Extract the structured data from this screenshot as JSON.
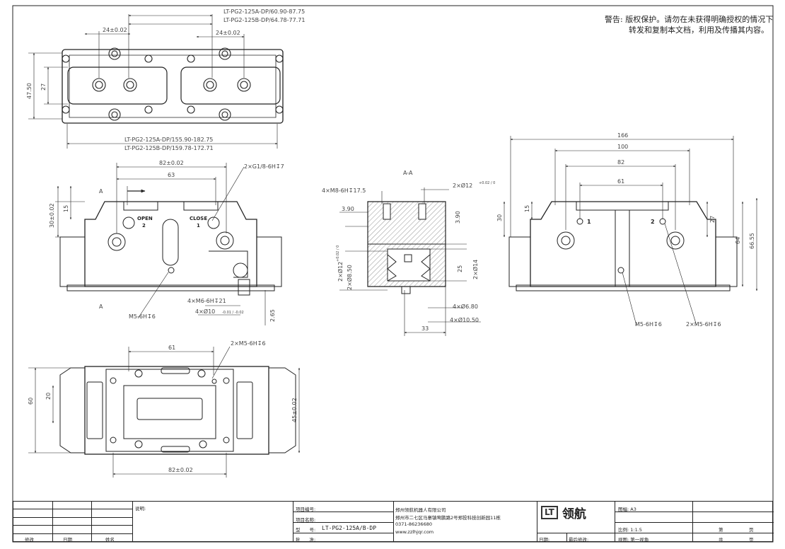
{
  "notice": {
    "line1": "警告:  版权保护。请勿在未获得明确授权的情况下",
    "line2": "转发和复制本文档，利用及传播其内容。"
  },
  "top_view": {
    "dim_a": "LT-PG2-125A-DP/60.90-87.75",
    "dim_b": "LT-PG2-125B-DP/64.78-77.71",
    "jaw1": "24±0.02",
    "jaw2": "24±0.02",
    "h_total": "47.50",
    "h_inner": "27",
    "bottom_a": "LT-PG2-125A-DP/155.90-182.75",
    "bottom_b": "LT-PG2-125B-DP/159.78-172.71"
  },
  "front_view": {
    "d82": "82±0.02",
    "d63": "63",
    "port": "2×G1/8-6H↧7",
    "label_a_top": "A",
    "label_a_bot": "A",
    "d30": "30±0.02",
    "d15": "15",
    "open": "OPEN",
    "open_n": "2",
    "close": "CLOSE",
    "close_n": "1",
    "m6": "4×M6-6H↧21",
    "d10": "4×Ø10",
    "d10_tol": "-0.01 / -0.02",
    "m5": "M5-6H↧6",
    "d265": "2.65"
  },
  "section_view": {
    "title": "A-A",
    "m8": "4×M8-6H↧17.5",
    "d12": "2×Ø12",
    "d12_tol": "+0.02 / 0",
    "d390a": "3.90",
    "d390b": "3.90",
    "d12b": "2×Ø12",
    "d12b_tol": "+0.02 / 0",
    "d850": "2×Ø8.50",
    "d25": "25",
    "d14": "2×Ø14",
    "d680": "4×Ø6.80",
    "d1050": "4×Ø10.50",
    "d33": "33"
  },
  "side_view": {
    "d166": "166",
    "d100": "100",
    "d82": "82",
    "d61": "61",
    "d30": "30",
    "d15": "15",
    "d27": "27",
    "d64": "64",
    "d6655": "66.55",
    "port1": "1",
    "port2": "2",
    "m5a": "M5-6H↧6",
    "m5b": "2×M5-6H↧6"
  },
  "bottom_view": {
    "d61": "61",
    "m5": "2×M5-6H↧6",
    "d60": "60",
    "d20": "20",
    "d45": "45±0.02",
    "d82": "82±0.02"
  },
  "title_block": {
    "note_label": "说明:",
    "proj_no": "项目编号:",
    "proj_name": "项目名称:",
    "model_label": "型　　号:",
    "model_value": "LT-PG2-125A/B-DP",
    "approve": "批　　准:",
    "company": "郑州领航机器人有限公司",
    "address": "郑州市二七区马寨镇莺鹏路2号郑投科技创新园11栋",
    "phone": "0371-86236680",
    "web": "www.zzlhjqr.com",
    "logo_box": "LT",
    "logo_text": "领航",
    "sheet_size": "图幅: A3",
    "scale": "比例: 1:1.5",
    "view": "视图: 第一视角",
    "page_a": "第",
    "page_b": "页",
    "total_a": "共",
    "total_b": "页",
    "date_label": "日期:",
    "last_mod": "最后修改:",
    "rev": "修改",
    "date": "日期",
    "name": "姓名"
  }
}
